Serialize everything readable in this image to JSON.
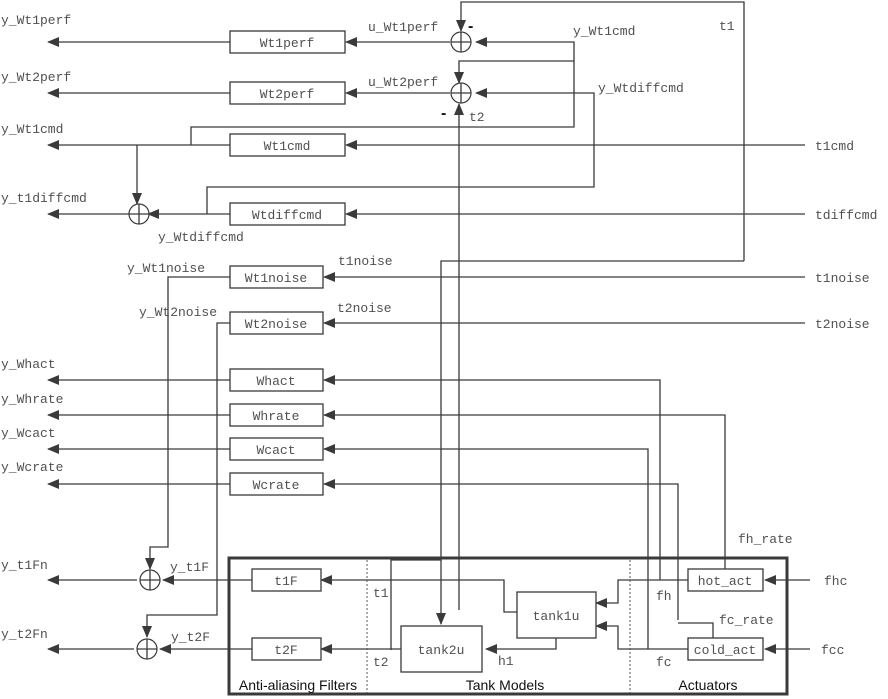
{
  "outputs": {
    "y_Wt1perf": "y_Wt1perf",
    "y_Wt2perf": "y_Wt2perf",
    "y_Wt1cmd": "y_Wt1cmd",
    "y_t1diffcmd": "y_t1diffcmd",
    "y_Whact": "y_Whact",
    "y_Whrate": "y_Whrate",
    "y_Wcact": "y_Wcact",
    "y_Wcrate": "y_Wcrate",
    "y_t1Fn": "y_t1Fn",
    "y_t2Fn": "y_t2Fn"
  },
  "inputs": {
    "t1cmd": "t1cmd",
    "tdiffcmd": "tdiffcmd",
    "t1noise": "t1noise",
    "t2noise": "t2noise",
    "fhc": "fhc",
    "fcc": "fcc"
  },
  "blocks": {
    "Wt1perf": "Wt1perf",
    "Wt2perf": "Wt2perf",
    "Wt1cmd": "Wt1cmd",
    "Wtdiffcmd": "Wtdiffcmd",
    "Wt1noise": "Wt1noise",
    "Wt2noise": "Wt2noise",
    "Whact": "Whact",
    "Whrate": "Whrate",
    "Wcact": "Wcact",
    "Wcrate": "Wcrate",
    "t1F": "t1F",
    "t2F": "t2F",
    "tank2u": "tank2u",
    "tank1u": "tank1u",
    "hot_act": "hot_act",
    "cold_act": "cold_act"
  },
  "signals": {
    "u_Wt1perf": "u_Wt1perf",
    "u_Wt2perf": "u_Wt2perf",
    "y_Wt1cmd": "y_Wt1cmd",
    "y_Wtdiffcmd_top": "y_Wtdiffcmd",
    "y_Wtdiffcmd_bottom": "y_Wtdiffcmd",
    "t1_top": "t1",
    "t2_top": "t2",
    "t1noise_label": "t1noise",
    "t2noise_label": "t2noise",
    "y_Wt1noise": "y_Wt1noise",
    "y_Wt2noise": "y_Wt2noise",
    "y_t1F": "y_t1F",
    "y_t2F": "y_t2F",
    "t1": "t1",
    "t2": "t2",
    "h1": "h1",
    "fh": "fh",
    "fc": "fc",
    "fh_rate": "fh_rate",
    "fc_rate": "fc_rate",
    "minus": "-"
  },
  "groups": {
    "filters": "Anti-aliasing Filters",
    "tanks": "Tank Models",
    "actuators": "Actuators"
  }
}
